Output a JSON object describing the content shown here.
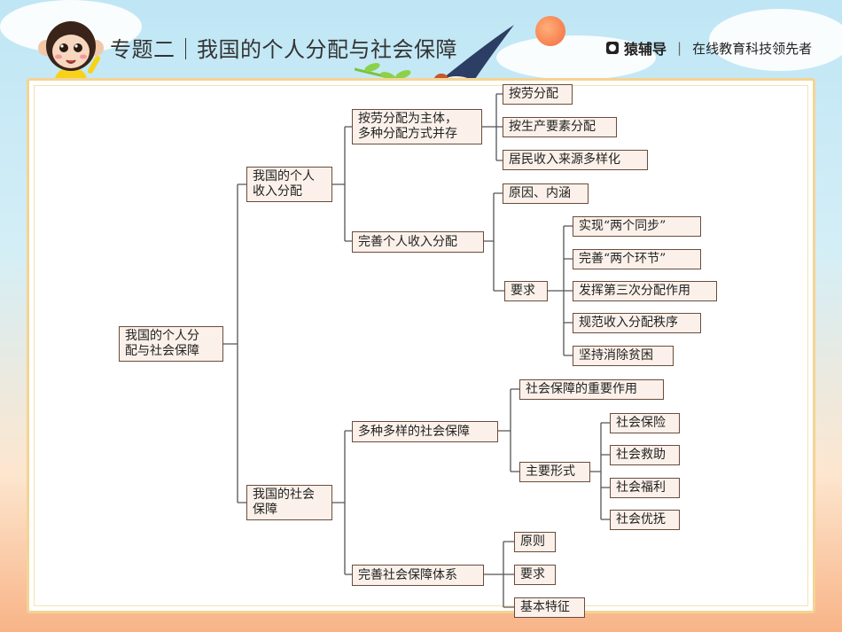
{
  "header": {
    "title": "专题二｜我国的个人分配与社会保障",
    "brand_name": "猿辅导",
    "brand_divider": "|",
    "slogan": "在线教育科技领先者"
  },
  "colors": {
    "frame_border": "#f4d493",
    "node_fill": "#fbf1ea",
    "node_border": "#6b4c3c",
    "line": "#555555"
  },
  "tree": {
    "root": "我国的个人分\n配与社会保障",
    "income": {
      "label": "我国的个人\n收入分配",
      "principle": {
        "label": "按劳分配为主体，\n多种分配方式并存",
        "items": [
          "按劳分配",
          "按生产要素分配",
          "居民收入来源多样化"
        ]
      },
      "improve": {
        "label": "完善个人收入分配",
        "reason": "原因、内涵",
        "requirement": {
          "label": "要求",
          "items": [
            "实现“两个同步”",
            "完善“两个环节”",
            "发挥第三次分配作用",
            "规范收入分配秩序",
            "坚持消除贫困"
          ]
        }
      }
    },
    "security": {
      "label": "我国的社会\n保障",
      "diverse": {
        "label": "多种多样的社会保障",
        "role": "社会保障的重要作用",
        "forms": {
          "label": "主要形式",
          "items": [
            "社会保险",
            "社会救助",
            "社会福利",
            "社会优抚"
          ]
        }
      },
      "system": {
        "label": "完善社会保障体系",
        "items": [
          "原则",
          "要求",
          "基本特征"
        ]
      }
    }
  }
}
